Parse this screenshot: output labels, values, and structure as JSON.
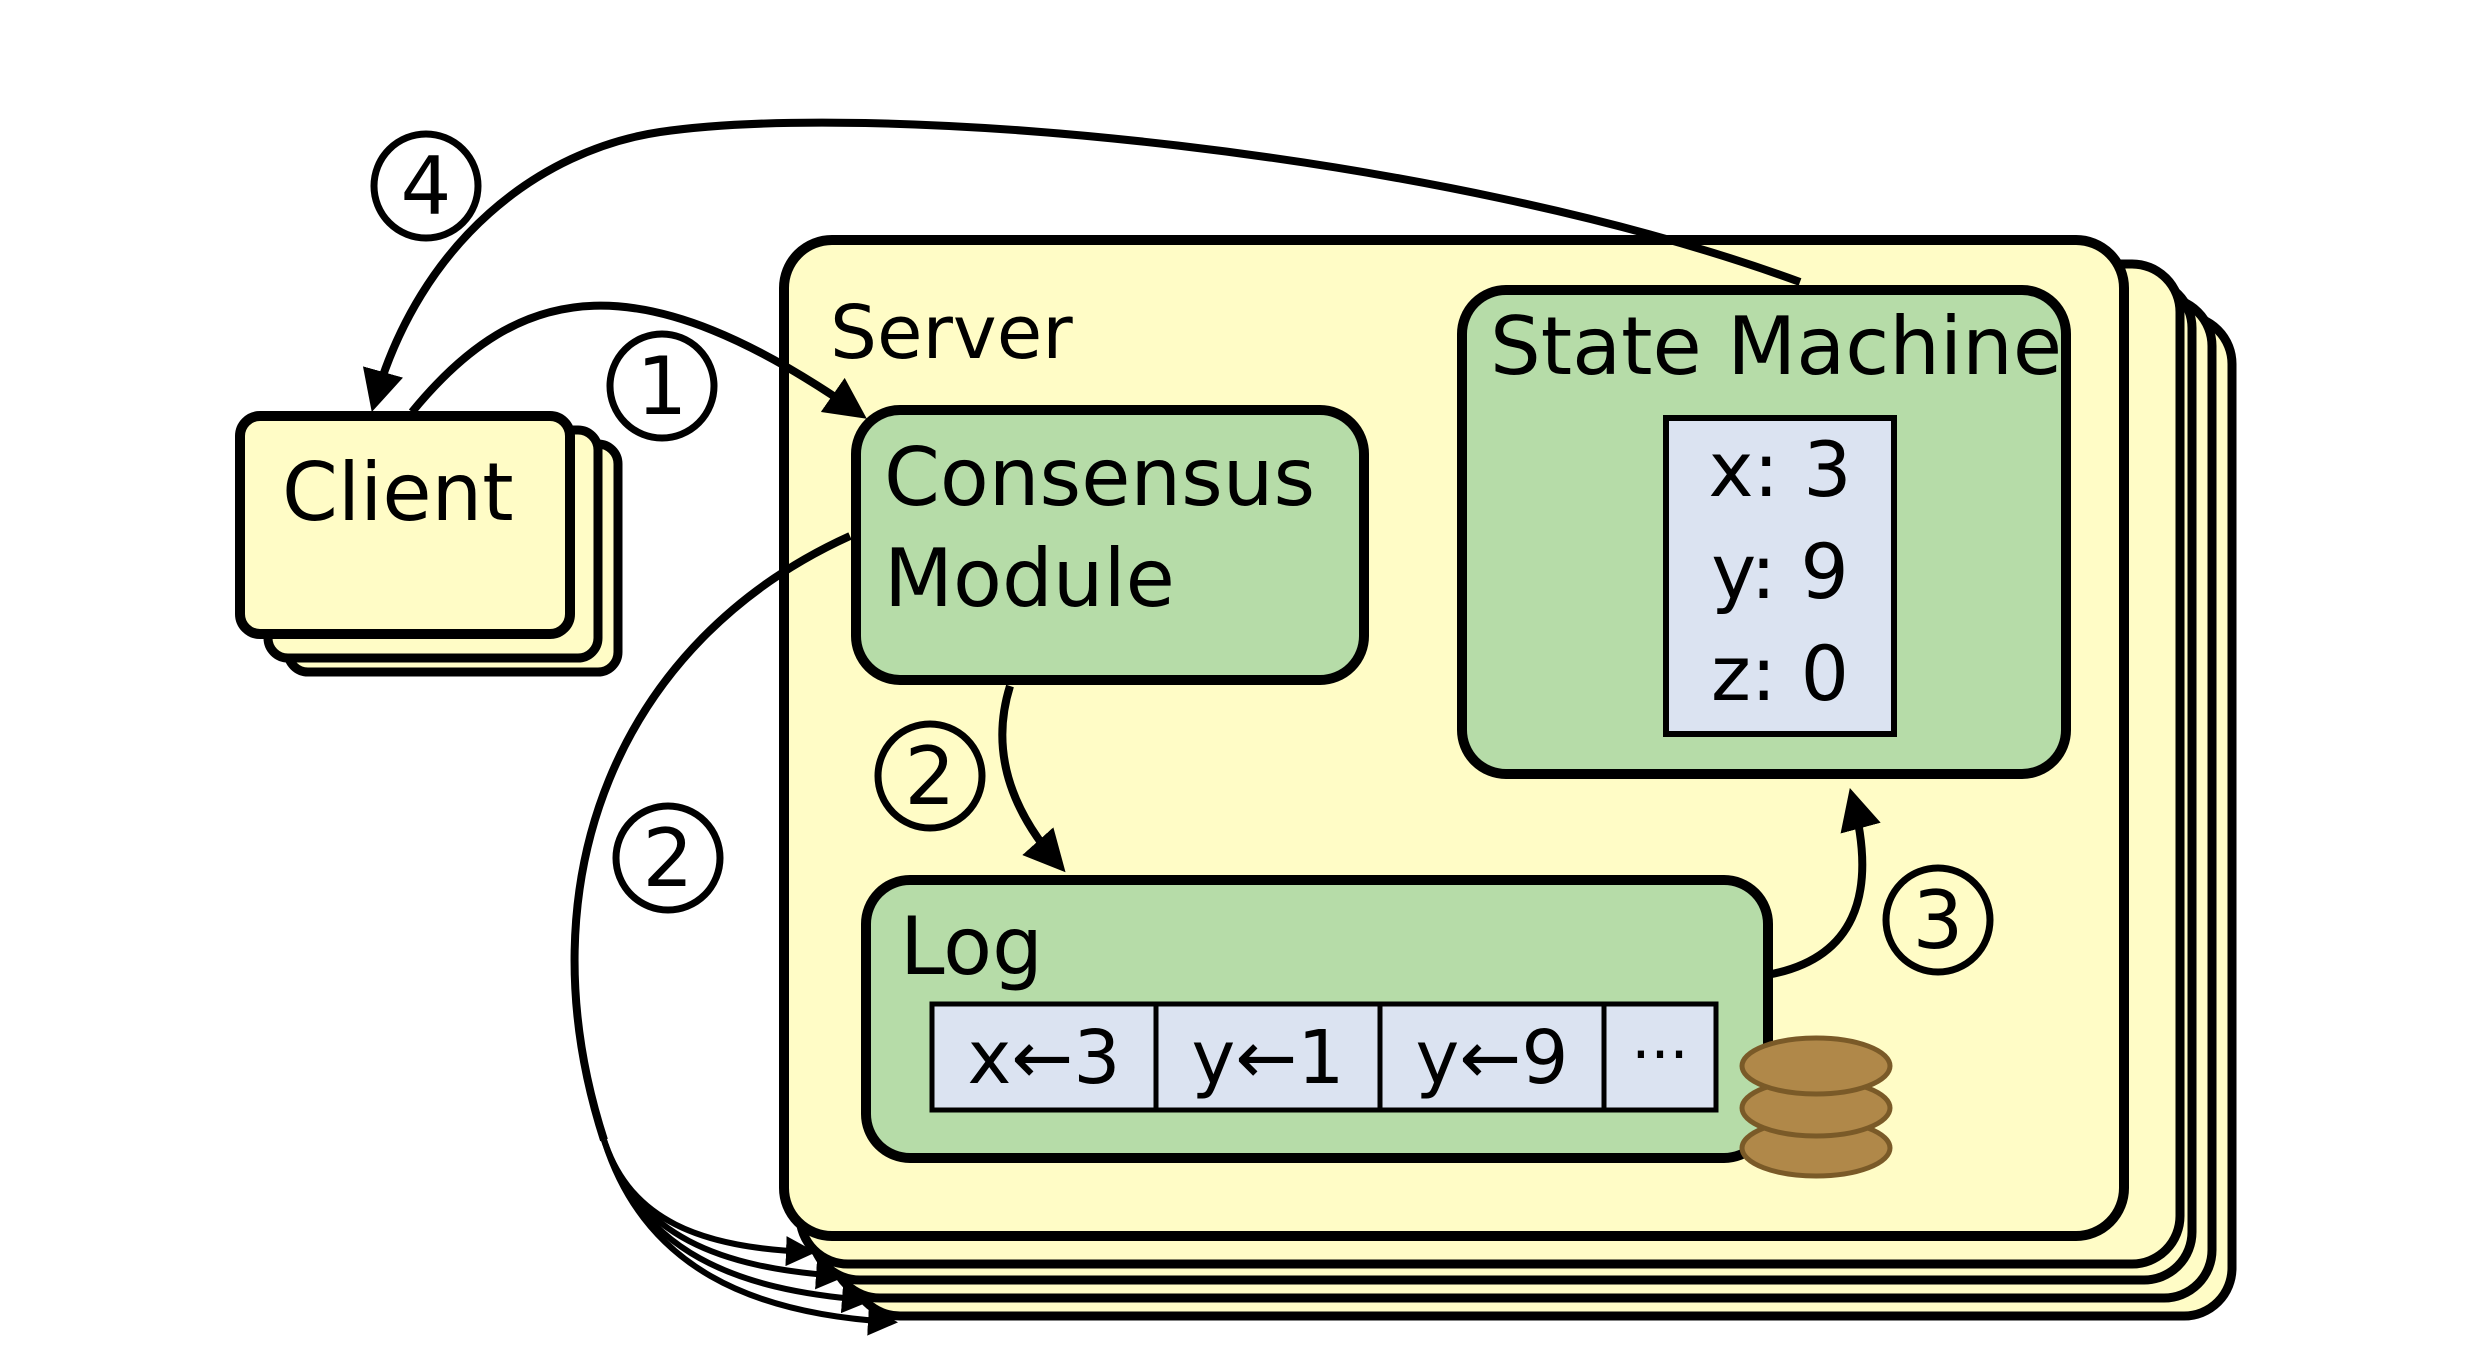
{
  "colors": {
    "server_fill": "#fffcc6",
    "module_fill": "#b6dca8",
    "cell_fill": "#dbe3f1",
    "stroke": "#000000",
    "disk_fill": "#b08849",
    "disk_stroke": "#7a5a28"
  },
  "client": {
    "label": "Client"
  },
  "server": {
    "label": "Server"
  },
  "consensus_module": {
    "line1": "Consensus",
    "line2": "Module"
  },
  "state_machine": {
    "label": "State Machine",
    "vars": [
      "x: 3",
      "y: 9",
      "z: 0"
    ]
  },
  "log": {
    "label": "Log",
    "entries": [
      "x←3",
      "y←1",
      "y←9",
      "···"
    ]
  },
  "steps": {
    "s1": "1",
    "s2a": "2",
    "s2b": "2",
    "s3": "3",
    "s4": "4"
  },
  "icons": {
    "storage": "disk-stack-icon"
  }
}
